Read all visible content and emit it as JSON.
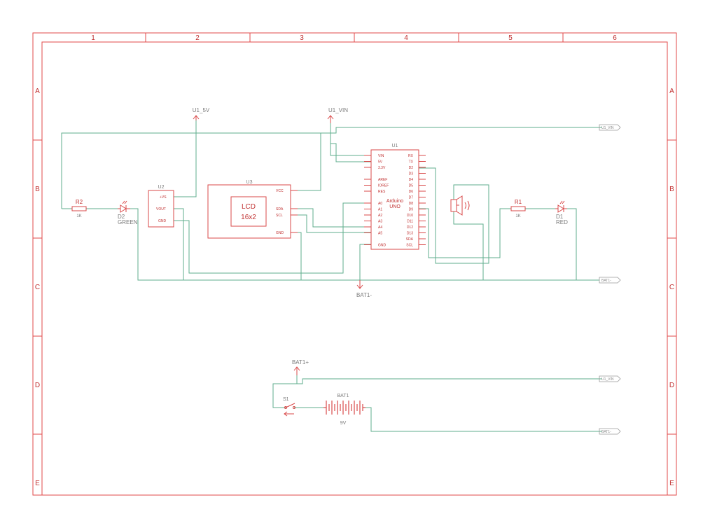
{
  "frame": {
    "col_labels": [
      "1",
      "2",
      "3",
      "4",
      "5",
      "6"
    ],
    "row_labels": [
      "A",
      "B",
      "C",
      "D",
      "E"
    ]
  },
  "colors": {
    "frame": "#e04848",
    "part": "#d94a4a",
    "wire": "#5fae8c",
    "label": "#7a7a7a",
    "text_dark": "#c03030"
  },
  "supplies": {
    "u1_5v": "U1_5V",
    "u1_vin": "U1_VIN",
    "bat1_minus": "BAT1-",
    "bat1_plus": "BAT1+"
  },
  "net_flags": {
    "top_vin": "U1_VIN",
    "bat_minus": "BAT1-",
    "bottom_vin": "U1_VIN",
    "bottom_bat_minus": "BAT1-"
  },
  "u2": {
    "name": "U2",
    "pins": [
      "+VS",
      "VOUT",
      "GND"
    ]
  },
  "u3": {
    "name": "U3",
    "display_line1": "LCD",
    "display_line2": "16x2",
    "pins": [
      "VCC",
      "SDA",
      "SCL",
      "GND"
    ]
  },
  "u1": {
    "name": "U1",
    "center_line1": "Arduino",
    "center_line2": "UNO",
    "left_pins": [
      "VIN",
      "5V",
      "3.3V",
      "",
      "AREF",
      "IOREF",
      "RES",
      "",
      "A0",
      "A1",
      "A2",
      "A3",
      "A4",
      "A5",
      "",
      "GND"
    ],
    "right_pins": [
      "RX",
      "TX",
      "D2",
      "D3",
      "D4",
      "D5",
      "D6",
      "D7",
      "D8",
      "D9",
      "D10",
      "D11",
      "D12",
      "D13",
      "SDA",
      "SCL"
    ]
  },
  "r2": {
    "name": "R2",
    "value": "1K"
  },
  "r1": {
    "name": "R1",
    "value": "1K"
  },
  "d2": {
    "name": "D2",
    "value": "GREEN"
  },
  "d1": {
    "name": "D1",
    "value": "RED"
  },
  "s1": {
    "name": "S1"
  },
  "bat1": {
    "name": "BAT1",
    "value": "9V"
  }
}
